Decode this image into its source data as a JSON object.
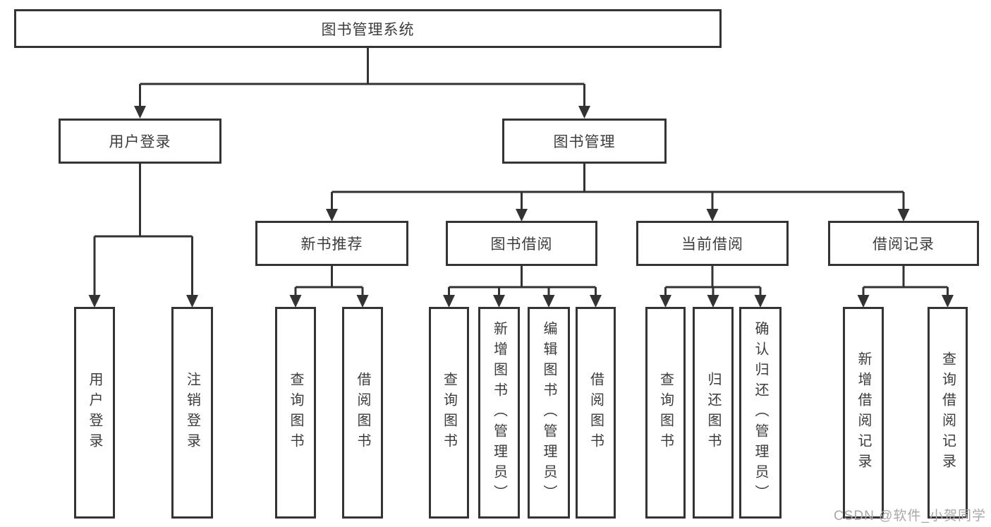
{
  "nodes": {
    "root": "图书管理系统",
    "level2": [
      "用户登录",
      "图书管理"
    ],
    "level3": [
      "新书推荐",
      "图书借阅",
      "当前借阅",
      "借阅记录"
    ],
    "leaves": [
      "用户登录",
      "注销登录",
      "查询图书",
      "借阅图书",
      "查询图书",
      "新增图书（管理员）",
      "编辑图书（管理员）",
      "借阅图书",
      "查询图书",
      "归还图书",
      "确认归还（管理员）",
      "新增借阅记录",
      "查询借阅记录"
    ]
  },
  "watermark": "CSDN @软件_小贺同学",
  "colors": {
    "line": "#333333",
    "box_border": "#343434",
    "text": "#3c3c3c",
    "watermark": "#a8a8a8",
    "background": "#ffffff"
  }
}
